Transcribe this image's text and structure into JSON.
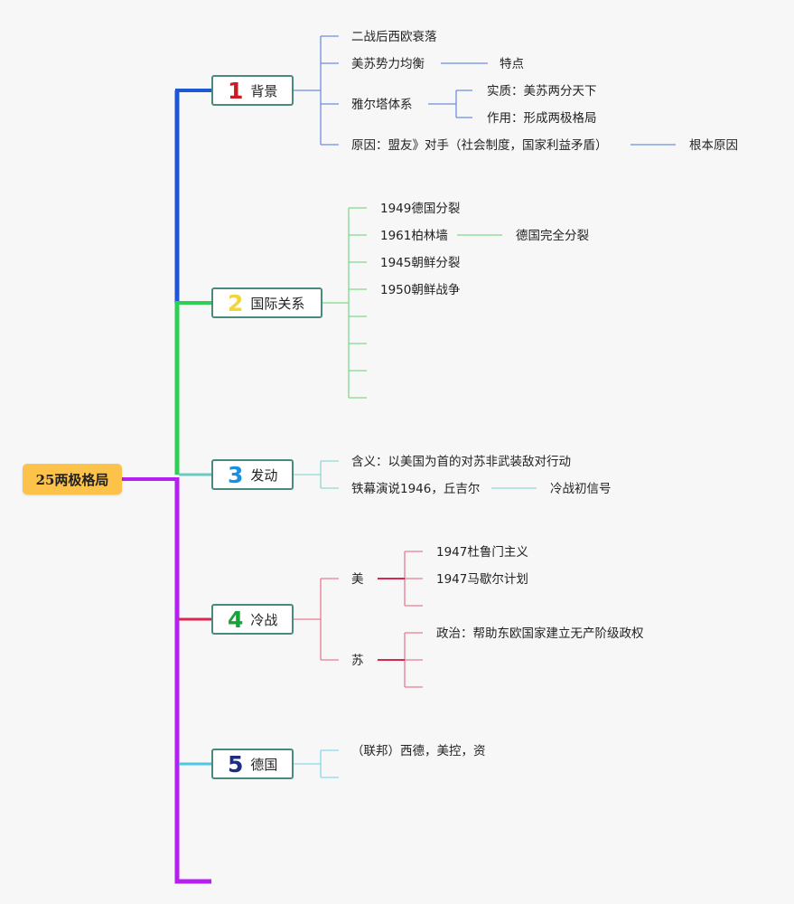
{
  "root": {
    "label": "25两极格局"
  },
  "colors": {
    "b1": "#1e56d6",
    "b2": "#2fcf56",
    "b3": "#6cc9c0",
    "b4": "#d9274f",
    "b5": "#4bc6e6",
    "trunk": "#b420f0"
  },
  "branches": [
    {
      "num": "1",
      "num_color": "#cc1b25",
      "label": "背景",
      "items": [
        {
          "text": "二战后西欧衰落"
        },
        {
          "text": "美苏势力均衡",
          "child": "特点"
        },
        {
          "text": "雅尔塔体系",
          "children": [
            "实质：美苏两分天下",
            "作用：形成两极格局"
          ]
        },
        {
          "text": "原因：盟友》对手（社会制度，国家利益矛盾）",
          "child": "根本原因"
        }
      ]
    },
    {
      "num": "2",
      "num_color": "#f1d53a",
      "label": "国际关系",
      "items": [
        {
          "text": "1949德国分裂"
        },
        {
          "text": "1961柏林墙",
          "child": "德国完全分裂"
        },
        {
          "text": "1945朝鲜分裂"
        },
        {
          "text": "1950朝鲜战争"
        }
      ]
    },
    {
      "num": "3",
      "num_color": "#1a8ee0",
      "label": "发动",
      "items": [
        {
          "text": "含义：以美国为首的对苏非武装敌对行动"
        },
        {
          "text": "铁幕演说1946，丘吉尔",
          "child": "冷战初信号"
        }
      ]
    },
    {
      "num": "4",
      "num_color": "#16a33a",
      "label": "冷战",
      "groups": [
        {
          "label": "美",
          "children": [
            "1947杜鲁门主义",
            "1947马歇尔计划"
          ]
        },
        {
          "label": "苏",
          "children": [
            "政治：帮助东欧国家建立无产阶级政权"
          ]
        }
      ]
    },
    {
      "num": "5",
      "num_color": "#1c2d82",
      "label": "德国",
      "items": [
        {
          "text": "（联邦）西德，美控，资"
        }
      ]
    }
  ]
}
